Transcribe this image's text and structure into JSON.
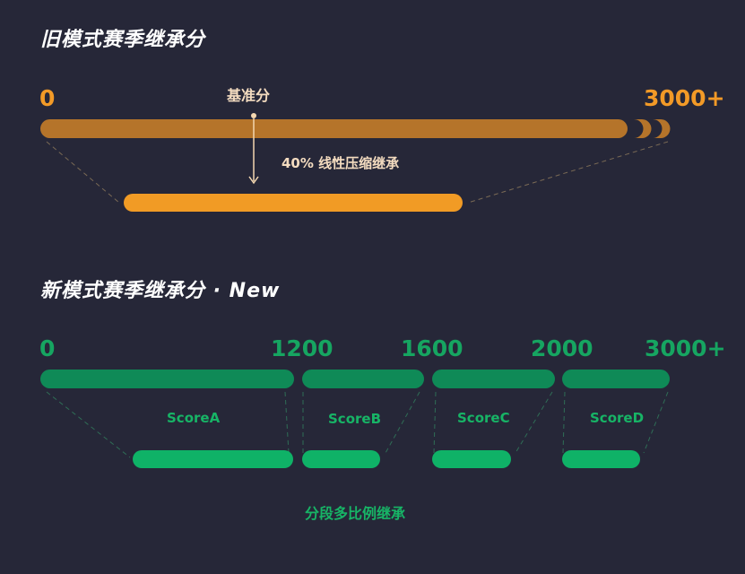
{
  "old": {
    "title": "旧模式赛季继承分",
    "start_label": "0",
    "end_label": "3000+",
    "base_label": "基准分",
    "arrow_label": "40% 线性压缩继承"
  },
  "new": {
    "title": "新模式赛季继承分 · New",
    "ticks": [
      "0",
      "1200",
      "1600",
      "2000",
      "3000+"
    ],
    "segments": [
      "ScoreA",
      "ScoreB",
      "ScoreC",
      "ScoreD"
    ],
    "footer": "分段多比例继承"
  },
  "colors": {
    "background": "#262738",
    "old_bar": "#b5742a",
    "old_short_bar": "#f19b25",
    "new_bar": "#0f8a57",
    "new_short_bar": "#0fb267"
  }
}
